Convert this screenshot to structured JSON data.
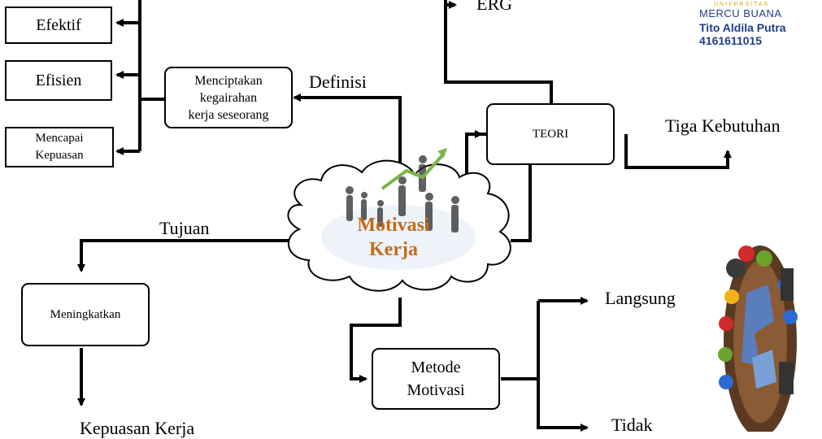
{
  "central_topic": {
    "line1": "Motivasi",
    "line2": "Kerja"
  },
  "nodes": {
    "efektif": "Efektif",
    "efisien": "Efisien",
    "mencapai_line1": "Mencapai",
    "mencapai_line2": "Kepuasan",
    "menciptakan_line1": "Menciptakan",
    "menciptakan_line2": "kegairahan",
    "menciptakan_line3": "kerja seseorang",
    "teori": "TEORI",
    "meningkatkan": "Meningkatkan",
    "metode_line1": "Metode",
    "metode_line2": "Motivasi"
  },
  "labels": {
    "definisi": "Definisi",
    "tujuan": "Tujuan",
    "erg": "ERG",
    "tiga_kebutuhan": "Tiga Kebutuhan",
    "langsung": "Langsung",
    "tidak": "Tidak",
    "kepuasan_kerja": "Kepuasan Kerja"
  },
  "branding": {
    "university_small": "UNIVERSITAS",
    "university": "MERCU BUANA",
    "author": "Tito Aldila  Putra",
    "student_id": "4161611015"
  },
  "colors": {
    "central_text": "#c46a1a",
    "branding_text": "#1f3e8a",
    "lines": "#000000"
  }
}
